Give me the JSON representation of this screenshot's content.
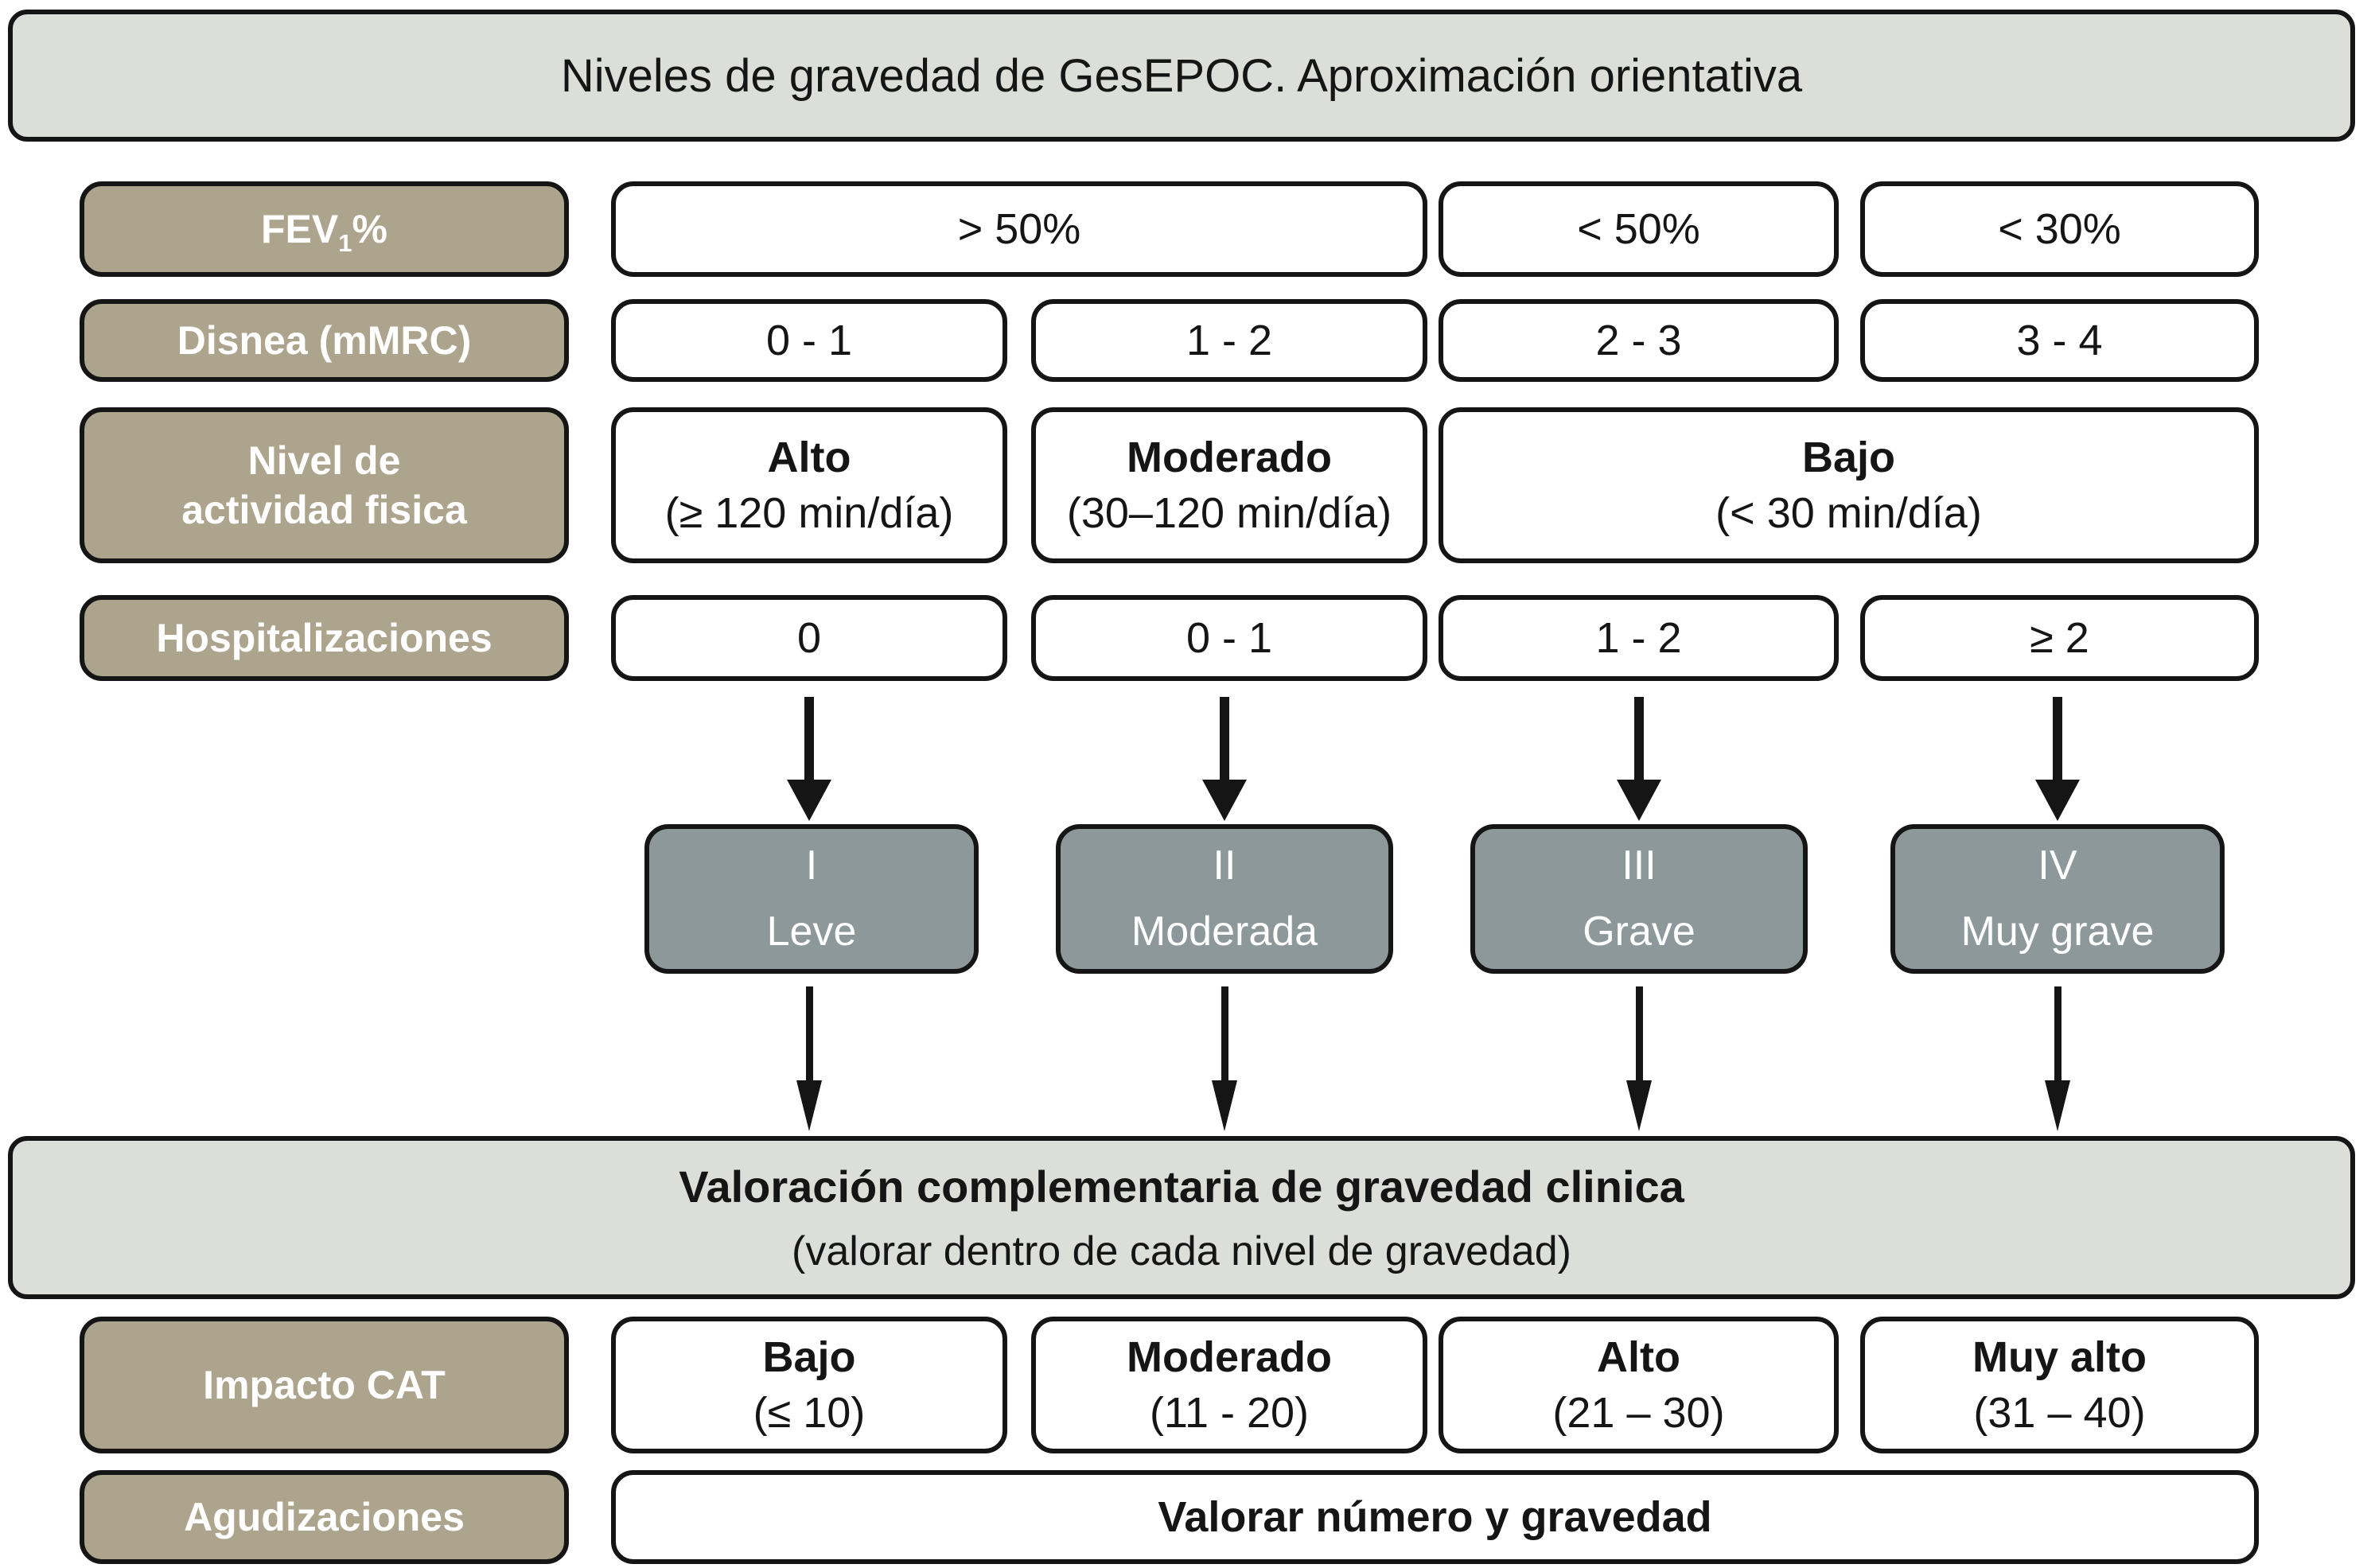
{
  "colors": {
    "label_bg": "#ada48d",
    "severity_bg": "#8d989b",
    "band_bg": "#dcdeda",
    "border": "#151515",
    "cell_bg": "#ffffff",
    "text_on_dark": "#ffffff"
  },
  "title": "Niveles de gravedad de GesEPOC. Aproximación orientativa",
  "rows": {
    "fev": {
      "label_pre": "FEV",
      "label_sub": "1",
      "label_post": "%",
      "cells": [
        {
          "text": "> 50%"
        },
        {
          "text": "< 50%"
        },
        {
          "text": "< 30%"
        }
      ]
    },
    "disnea": {
      "label": "Disnea (mMRC)",
      "cells": [
        {
          "text": "0 - 1"
        },
        {
          "text": "1 - 2"
        },
        {
          "text": "2 - 3"
        },
        {
          "text": "3 - 4"
        }
      ]
    },
    "actividad": {
      "label_line1": "Nivel de",
      "label_line2": "actividad fisica",
      "cells": [
        {
          "title": "Alto",
          "detail": "(≥ 120 min/día)"
        },
        {
          "title": "Moderado",
          "detail": "(30–120 min/día)"
        },
        {
          "title": "Bajo",
          "detail": "(< 30 min/día)"
        }
      ]
    },
    "hospitalizaciones": {
      "label": "Hospitalizaciones",
      "cells": [
        {
          "text": "0"
        },
        {
          "text": "0 - 1"
        },
        {
          "text": "1 - 2"
        },
        {
          "text": "≥ 2"
        }
      ]
    }
  },
  "severity_levels": [
    {
      "numeral": "I",
      "name": "Leve"
    },
    {
      "numeral": "II",
      "name": "Moderada"
    },
    {
      "numeral": "III",
      "name": "Grave"
    },
    {
      "numeral": "IV",
      "name": "Muy grave"
    }
  ],
  "band": {
    "title": "Valoración complementaria de gravedad clinica",
    "subtitle": "(valorar dentro de cada nivel de gravedad)"
  },
  "bottom_rows": {
    "impacto_cat": {
      "label": "Impacto CAT",
      "cells": [
        {
          "title": "Bajo",
          "detail": "(≤ 10)"
        },
        {
          "title": "Moderado",
          "detail": "(11 - 20)"
        },
        {
          "title": "Alto",
          "detail": "(21 – 30)"
        },
        {
          "title": "Muy alto",
          "detail": "(31 – 40)"
        }
      ]
    },
    "agudizaciones": {
      "label": "Agudizaciones",
      "cell": "Valorar número y gravedad"
    }
  }
}
